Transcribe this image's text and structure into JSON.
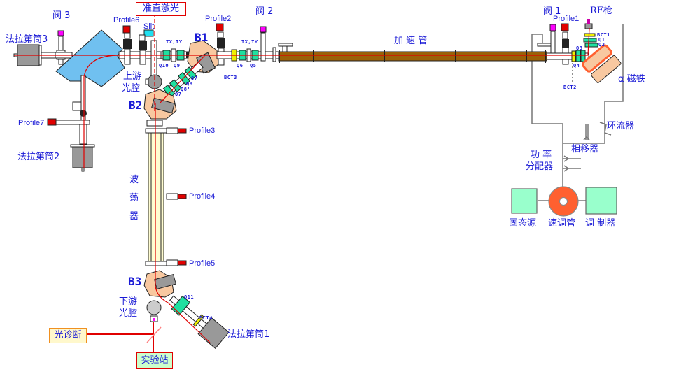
{
  "diagram": {
    "title_top": "准直激光",
    "accelerator_tube": "加 速 管",
    "labels": {
      "faraday3": "法拉第筒3",
      "faraday2": "法拉第筒2",
      "faraday1": "法拉第筒1",
      "valve3": "阀 3",
      "valve2": "阀 2",
      "valve1": "阀 1",
      "profile1": "Profile1",
      "profile2": "Profile2",
      "profile3": "Profile3",
      "profile4": "Profile4",
      "profile5": "Profile5",
      "profile6": "Profile6",
      "profile7": "Profile7",
      "slit": "Slit",
      "rf_gun": "RF枪",
      "alpha_magnet": "α 磁铁",
      "b1": "B1",
      "b2": "B2",
      "b3": "B3",
      "upstream_cavity_1": "上游",
      "upstream_cavity_2": "光腔",
      "downstream_cavity_1": "下游",
      "downstream_cavity_2": "光腔",
      "undulator": [
        "波",
        "荡",
        "器"
      ],
      "circulator": "环流器",
      "phase_shifter": "相移器",
      "power_divider_1": "功 率",
      "power_divider_2": "分配器",
      "solid_state_source": "固态源",
      "klystron": "速调管",
      "modulator": "调 制器",
      "optical_diagnostics": "光诊断",
      "experiment_station": "实验站"
    },
    "small_labels": {
      "txty_a": "TX,TY",
      "txty_b": "TX,TY",
      "q10": "Q10",
      "q9": "Q9",
      "q7": "Q7",
      "q8": "Q8",
      "q8p": "Q8'",
      "q7p": "Q7'",
      "q6": "Q6",
      "q5": "Q5",
      "bct3": "BCT3",
      "bct1": "BCT1",
      "q1": "Q1",
      "q2": "Q2",
      "q3": "Q3",
      "q4": "Q4",
      "bct2": "BCT2",
      "q11": "Q11",
      "bct4": "BCT4"
    },
    "colors": {
      "label_blue": "#1a1ad6",
      "beam_red": "#e00000",
      "tube_brown": "#9a6008",
      "dipole_skin": "#f8c8a0",
      "quad_green": "#20e0a0",
      "bct_yellow": "#f0f000",
      "valve_magenta": "#ff00ff",
      "profile_red": "#e00000",
      "slit_cyan": "#20e0f0",
      "chamber_blue": "#70c0f0",
      "klystron_orange": "#ff6030",
      "box_mint": "#99ffcc",
      "undulator_cream": "#fffcd0"
    }
  }
}
